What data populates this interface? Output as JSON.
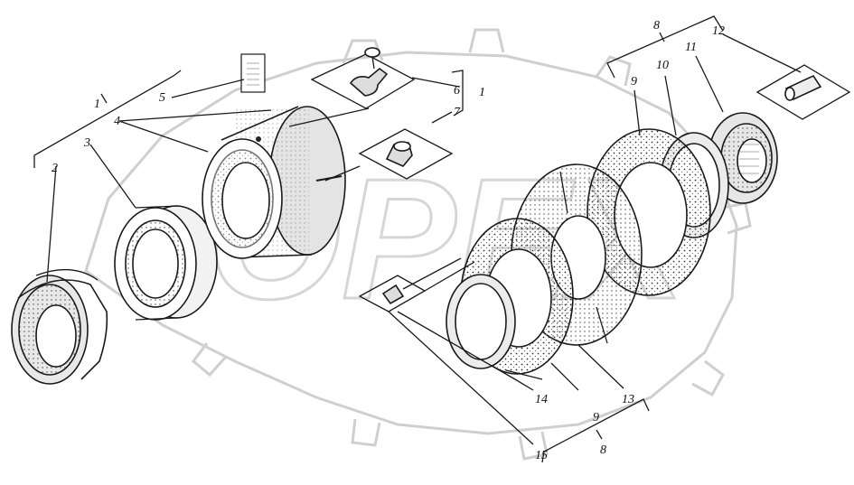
{
  "labels": {
    "l1a": "1",
    "l2": "2",
    "l3": "3",
    "l4": "4",
    "l5": "5",
    "l6": "6",
    "l1b": "1",
    "l7": "7",
    "l8a": "8",
    "l9a": "9",
    "l10": "10",
    "l11": "11",
    "l12": "12",
    "l13": "13",
    "l9b": "9",
    "l14": "14",
    "l15": "15",
    "l8b": "8"
  },
  "watermark_text": "OPEX",
  "colors": {
    "ink": "#1a1a1a",
    "watermark": "#cfcfcf",
    "paper": "#ffffff"
  }
}
